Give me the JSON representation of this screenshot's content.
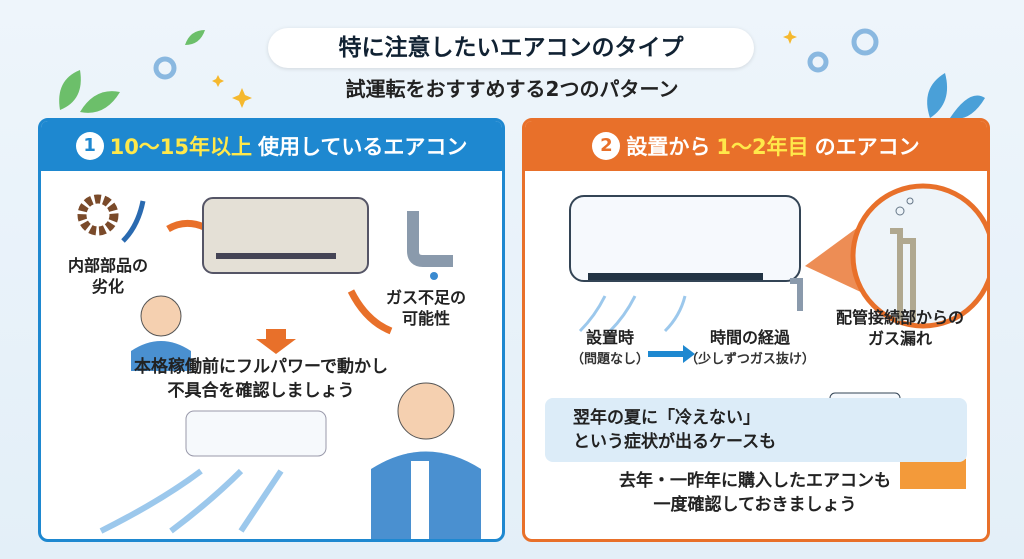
{
  "header": {
    "title": "特に注意したいエアコンのタイプ",
    "subtitle": "試運転をおすすめする2つのパターン"
  },
  "left_panel": {
    "number": "1",
    "heading_highlight": "10〜15年以上",
    "heading_rest": "使用しているエアコン",
    "label_parts": [
      "内部部品の",
      "劣化"
    ],
    "label_gas": [
      "ガス不足の",
      "可能性"
    ],
    "advice": [
      "本格稼働前にフルパワーで動かし",
      "不具合を確認しましょう"
    ]
  },
  "right_panel": {
    "number": "2",
    "heading_pre": "設置から",
    "heading_highlight": "1〜2年目",
    "heading_rest": "のエアコン",
    "leak_label": [
      "配管接続部からの",
      "ガス漏れ"
    ],
    "step1": {
      "title": "設置時",
      "note": "（問題なし）"
    },
    "step2": {
      "title": "時間の経過",
      "note": "（少しずつガス抜け）"
    },
    "symptom": [
      "翌年の夏に「冷えない」",
      "という症状が出るケースも"
    ],
    "advice": [
      "去年・一昨年に購入したエアコンも",
      "一度確認しておきましょう"
    ]
  },
  "colors": {
    "blue": "#1e88d0",
    "orange": "#e8702a",
    "highlight": "#ffe84a"
  }
}
